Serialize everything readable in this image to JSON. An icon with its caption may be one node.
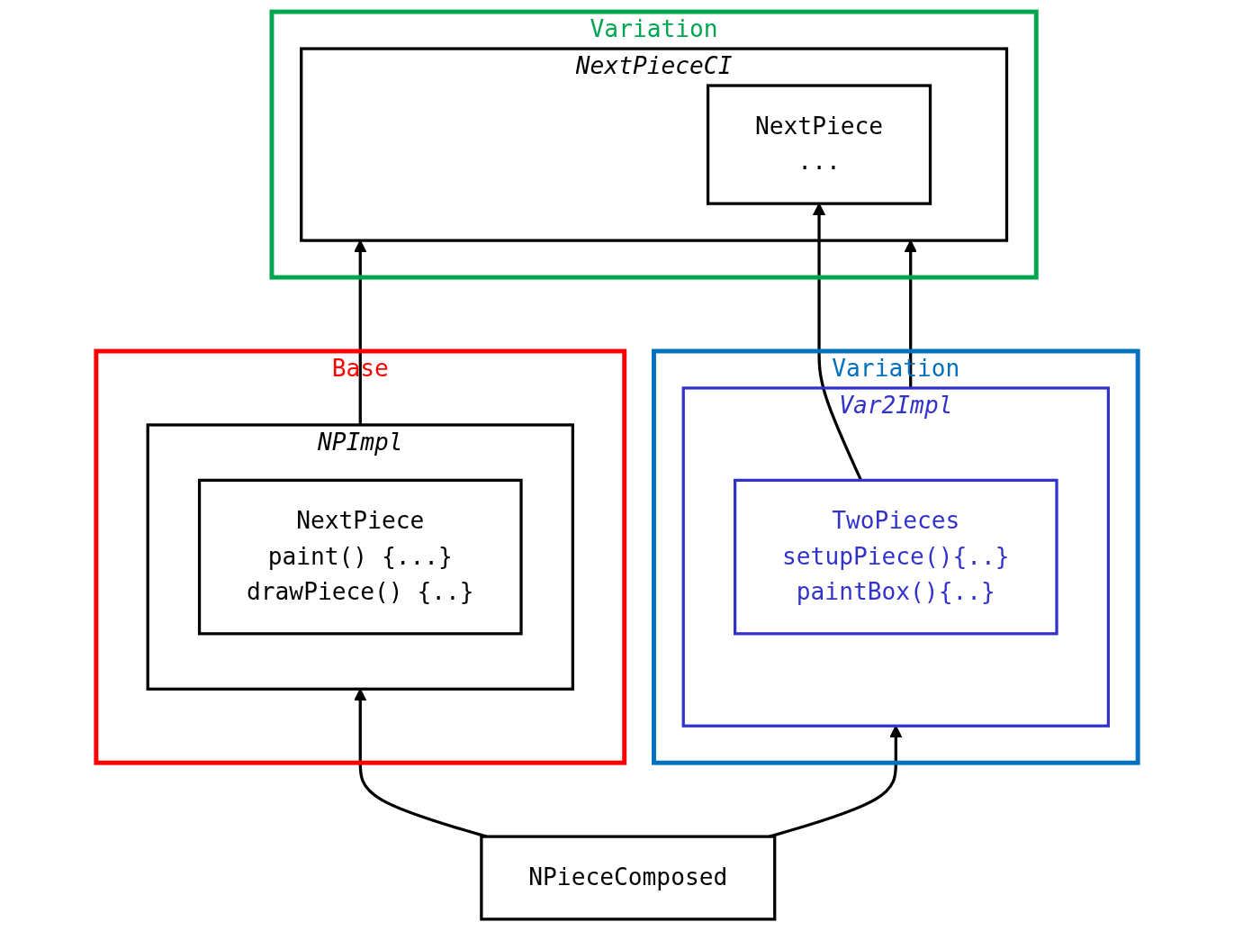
{
  "diagram": {
    "nodes": [
      {
        "text": [
          "Variation"
        ]
      },
      {
        "text": [
          "NextPieceCI"
        ],
        "in": 0
      },
      {
        "text": [
          "NextPiece",
          "..."
        ],
        "in": 1
      },
      {
        "text": [
          "Base"
        ]
      },
      {
        "text": [
          "NPImpl"
        ],
        "in": 3
      },
      {
        "text": [
          "NextPiece",
          "paint() {...}",
          "drawPiece() {..}"
        ],
        "in": 4
      },
      {
        "text": [
          "Variation"
        ]
      },
      {
        "text": [
          "Var2Impl"
        ],
        "in": 6
      },
      {
        "text": [
          "TwoPieces",
          "setupPiece(){..}",
          "paintBox(){..}"
        ],
        "in": 7
      },
      {
        "text": [
          "NPieceComposed"
        ]
      }
    ],
    "edges": [
      {
        "from": 4,
        "to": 1,
        "arrow": "to"
      },
      {
        "from": 7,
        "to": 1,
        "arrow": "to"
      },
      {
        "from": 8,
        "to": 2,
        "arrow": "to"
      },
      {
        "from": 9,
        "to": 4,
        "arrow": "to"
      },
      {
        "from": 9,
        "to": 7,
        "arrow": "to"
      }
    ]
  }
}
